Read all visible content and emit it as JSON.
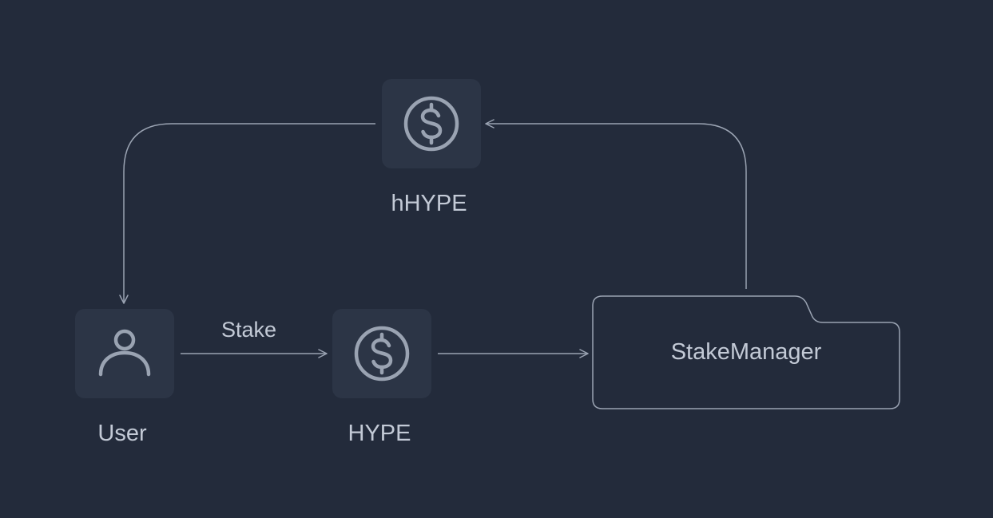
{
  "nodes": {
    "hhype": {
      "label": "hHYPE",
      "icon": "dollar-coin-icon"
    },
    "user": {
      "label": "User",
      "icon": "user-icon"
    },
    "hype": {
      "label": "HYPE",
      "icon": "dollar-coin-icon"
    },
    "stake_manager": {
      "label": "StakeManager",
      "icon": "folder-icon"
    }
  },
  "edges": {
    "stake": {
      "label": "Stake"
    }
  },
  "colors": {
    "background": "#232b3b",
    "node_fill": "#2c3546",
    "line": "#9aa3b2",
    "text": "#c3cad6"
  }
}
